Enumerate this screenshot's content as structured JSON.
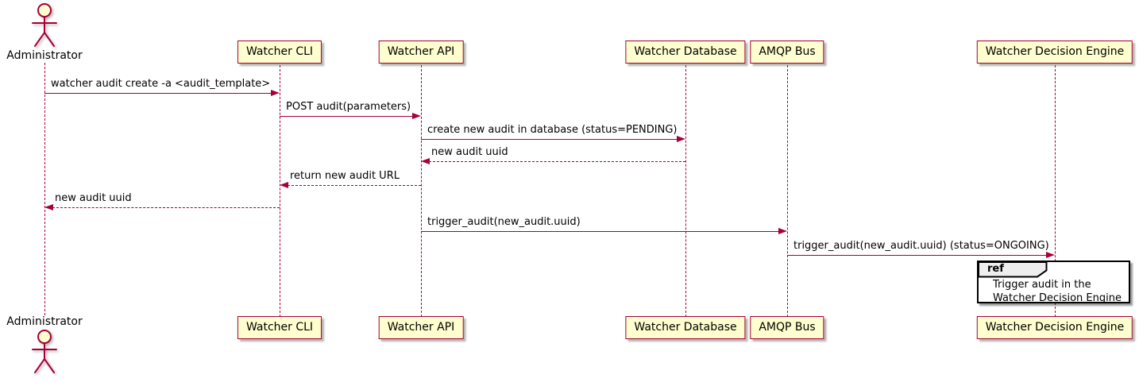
{
  "diagram": {
    "participants": [
      {
        "label": "Administrator",
        "type": "actor"
      },
      {
        "label": "Watcher CLI",
        "type": "box"
      },
      {
        "label": "Watcher API",
        "type": "box"
      },
      {
        "label": "Watcher Database",
        "type": "box"
      },
      {
        "label": "AMQP Bus",
        "type": "box"
      },
      {
        "label": "Watcher Decision Engine",
        "type": "box"
      }
    ],
    "messages": [
      {
        "from": "Administrator",
        "to": "Watcher CLI",
        "label": "watcher audit create -a <audit_template>",
        "style": "solid"
      },
      {
        "from": "Watcher CLI",
        "to": "Watcher API",
        "label": "POST audit(parameters)",
        "style": "solid"
      },
      {
        "from": "Watcher API",
        "to": "Watcher Database",
        "label": "create new audit in database (status=PENDING)",
        "style": "solid"
      },
      {
        "from": "Watcher Database",
        "to": "Watcher API",
        "label": "new audit uuid",
        "style": "dashed"
      },
      {
        "from": "Watcher API",
        "to": "Watcher CLI",
        "label": "return new audit URL",
        "style": "dashed"
      },
      {
        "from": "Watcher CLI",
        "to": "Administrator",
        "label": "new audit uuid",
        "style": "dashed"
      },
      {
        "from": "Watcher API",
        "to": "AMQP Bus",
        "label": "trigger_audit(new_audit.uuid)",
        "style": "solid"
      },
      {
        "from": "AMQP Bus",
        "to": "Watcher Decision Engine",
        "label": "trigger_audit(new_audit.uuid) (status=ONGOING)",
        "style": "solid"
      }
    ],
    "fragment": {
      "keyword": "ref",
      "over": "Watcher Decision Engine",
      "lines": [
        "Trigger audit in the",
        "Watcher Decision Engine"
      ]
    },
    "colors": {
      "participant_fill": "#FEFECE",
      "participant_border": "#A80036",
      "arrow_line": "#A80036",
      "text": "#000000",
      "ref_border": "#000000",
      "ref_label_fill": "#EEEEEE"
    }
  }
}
